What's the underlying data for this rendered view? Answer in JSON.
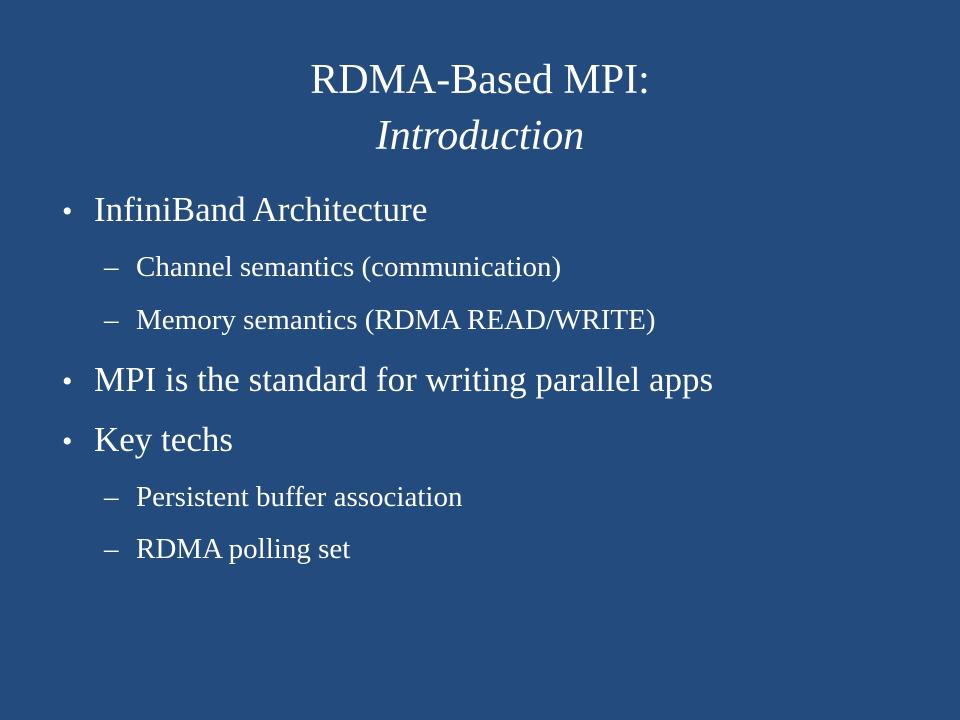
{
  "slide": {
    "title_line1": "RDMA-Based MPI:",
    "title_line2": "Introduction",
    "bullet_glyph": "•",
    "dash_glyph": "–",
    "items": [
      {
        "text": "InfiniBand Architecture",
        "subitems": [
          "Channel semantics (communication)",
          "Memory semantics (RDMA READ/WRITE)"
        ]
      },
      {
        "text": "MPI is the standard for writing parallel apps",
        "subitems": []
      },
      {
        "text": "Key techs",
        "subitems": [
          "Persistent buffer association",
          "RDMA polling set"
        ]
      }
    ]
  },
  "colors": {
    "background": "#234b7e",
    "text": "#ffffff"
  }
}
